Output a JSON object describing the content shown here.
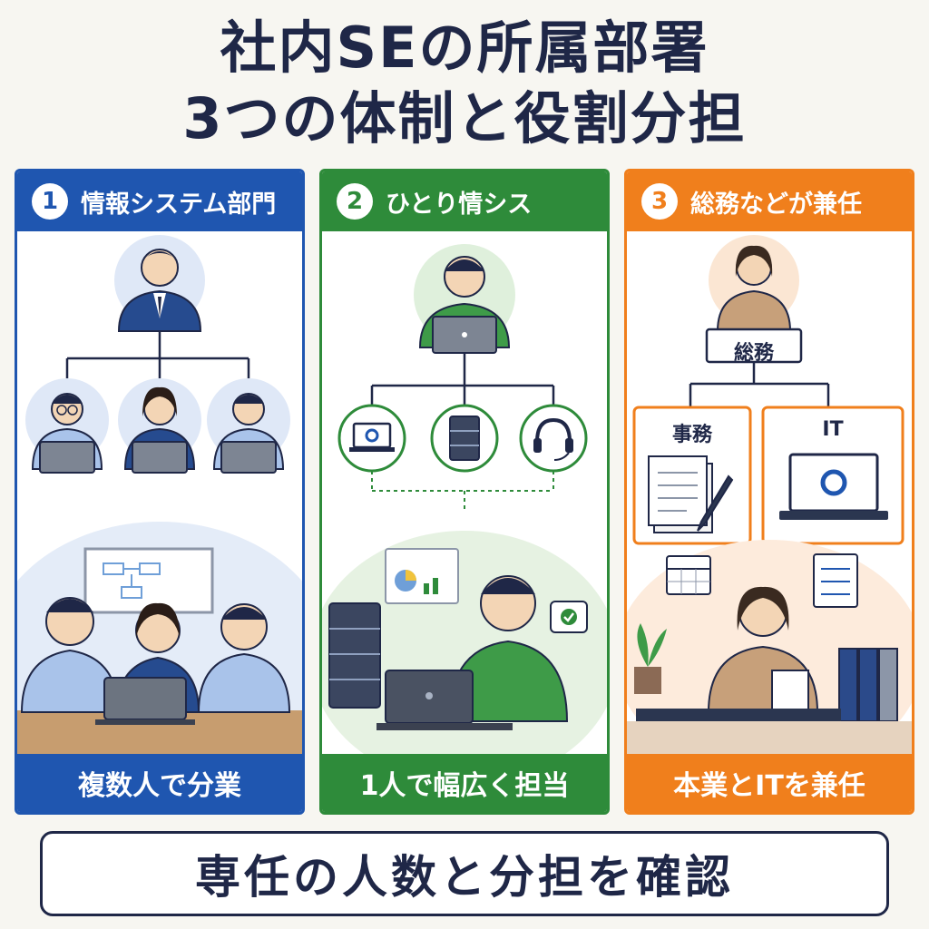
{
  "title": {
    "line1": "社内SEの所属部署",
    "line2": "3つの体制と役割分担"
  },
  "columns": [
    {
      "number": "1",
      "heading": "情報システム部門",
      "footer": "複数人で分業",
      "color": "#1f56b0"
    },
    {
      "number": "2",
      "heading": "ひとり情シス",
      "footer": "1人で幅広く担当",
      "color": "#2e8b3a"
    },
    {
      "number": "3",
      "heading": "総務などが兼任",
      "footer": "本業とITを兼任",
      "color": "#f07f1c",
      "box_top": "総務",
      "box_left": "事務",
      "box_right": "IT"
    }
  ],
  "bottom": {
    "text": "専任の人数と分担を確認"
  }
}
